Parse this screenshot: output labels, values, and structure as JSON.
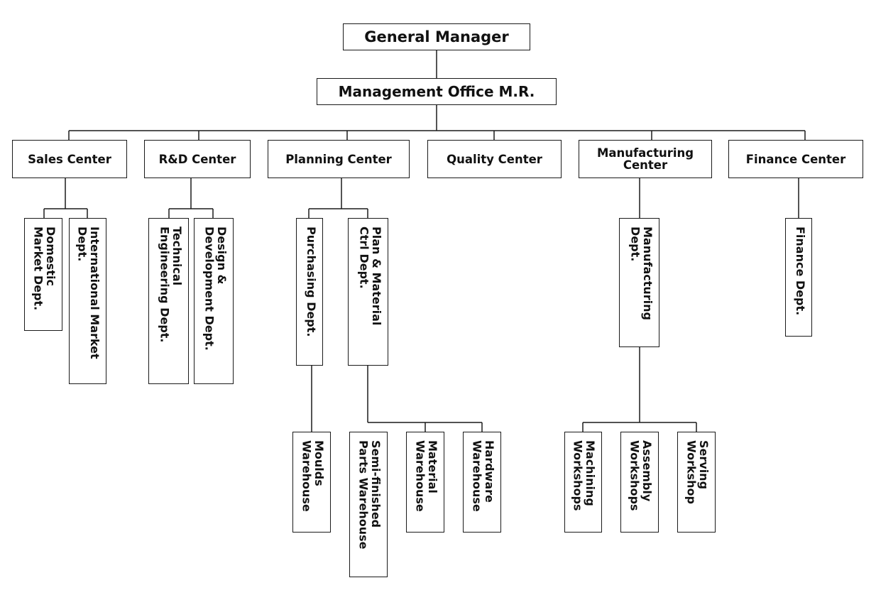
{
  "org": {
    "gm": {
      "label": "General Manager"
    },
    "office": {
      "label": "Management Office M.R."
    },
    "centers": {
      "sales": {
        "label": "Sales Center",
        "depts": {
          "domestic": "Domestic\nMarket Dept.",
          "international": "International Market\nDept."
        }
      },
      "rd": {
        "label": "R&D Center",
        "depts": {
          "technical": "Technical\nEngineering Dept.",
          "design": "Design &\nDevelopment Dept."
        }
      },
      "planning": {
        "label": "Planning Center",
        "depts": {
          "purchasing": "Purchasing Dept.",
          "plan_material": "Plan & Material\nCtrl Dept."
        },
        "units": {
          "moulds": "Moulds\nWarehouse",
          "semi_finished": "Semi-finished\nParts Warehouse",
          "material": "Material\nWarehouse",
          "hardware": "Hardware\nWarehouse"
        }
      },
      "quality": {
        "label": "Quality Center"
      },
      "manufacturing": {
        "label": "Manufacturing\nCenter",
        "depts": {
          "manufacturing": "Manufacturing\nDept."
        },
        "units": {
          "machining": "Machining\nWorkshops",
          "assembly": "Assembly\nWorkshops",
          "serving": "Serving\nWorkshop"
        }
      },
      "finance": {
        "label": "Finance Center",
        "depts": {
          "finance": "Finance Dept."
        }
      }
    }
  }
}
